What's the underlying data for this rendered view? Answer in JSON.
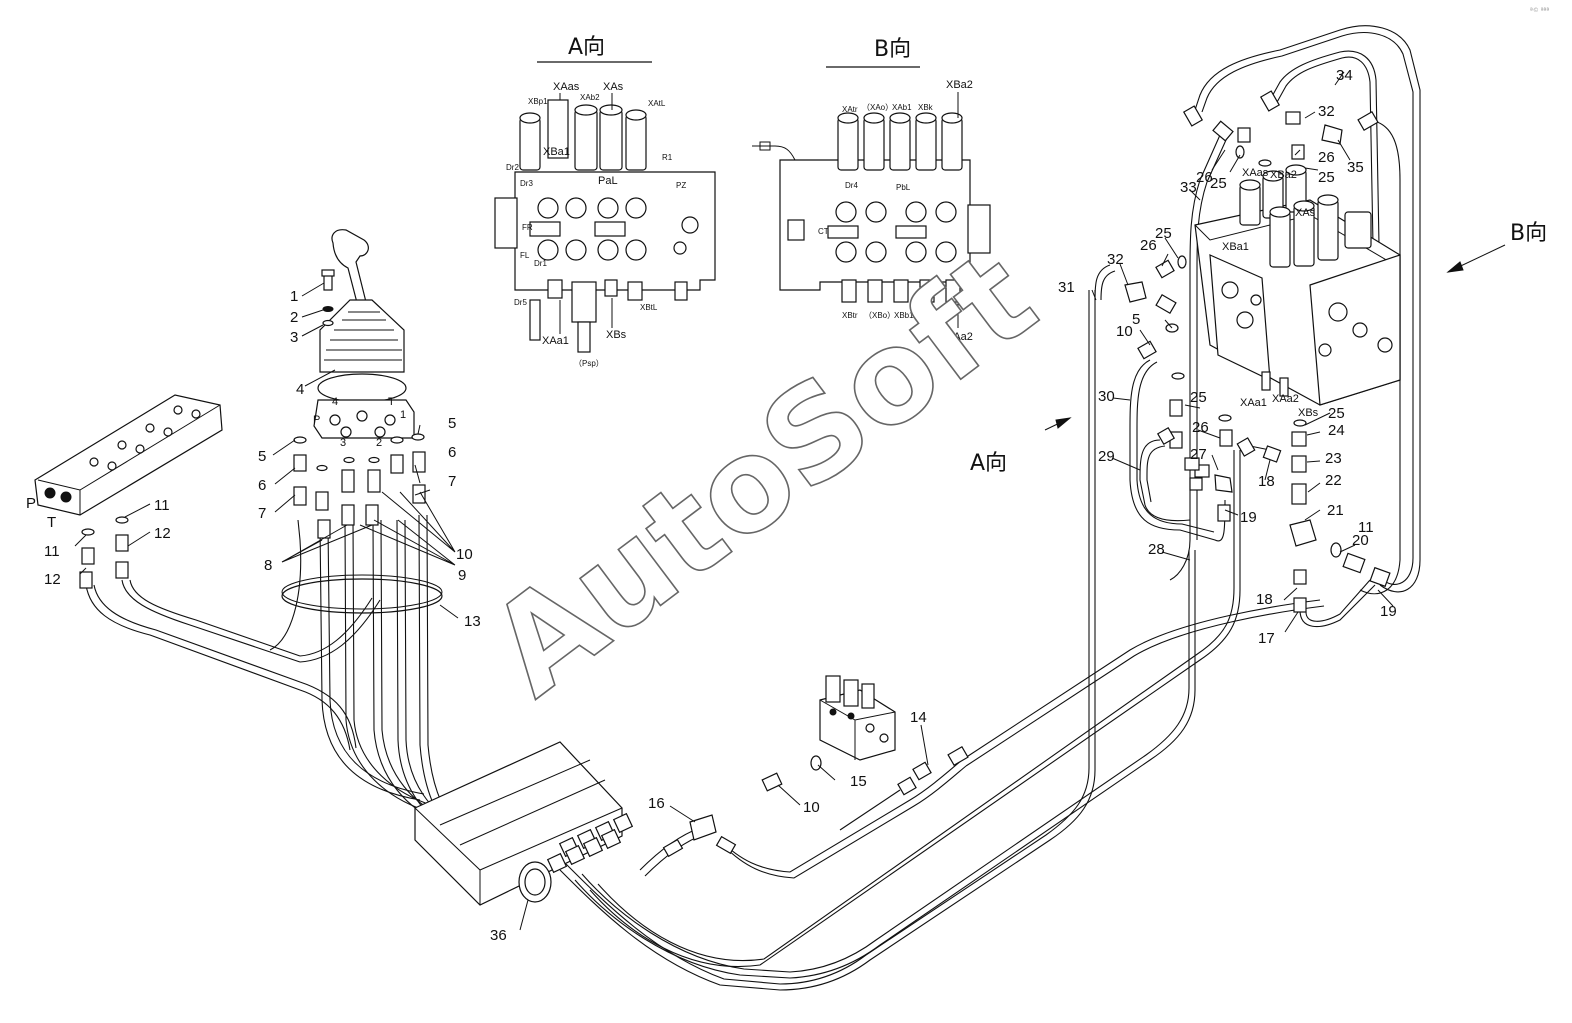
{
  "views": {
    "a_title": "A向",
    "b_title": "B向",
    "b_arrow_label": "B向",
    "a_arrow_label": "A向"
  },
  "watermark": "AutoSoft",
  "corner_mark": "ª© ªªª",
  "valve_a_labels": {
    "xaas": "XAas",
    "xas": "XAs",
    "xbp1": "XBp1",
    "xab2": "XAb2",
    "xatl": "XAtL",
    "xba1": "XBa1",
    "pal": "PaL",
    "r1": "R1",
    "dr2": "Dr2",
    "dr3": "Dr3",
    "pz": "PZ",
    "fr": "FR",
    "fl": "FL",
    "dr1": "Dr1",
    "dr5": "Dr5",
    "xaa1": "XAa1",
    "xbs": "XBs",
    "xbtl": "XBtL",
    "psp": "（Psp）"
  },
  "valve_b_labels": {
    "xba2": "XBa2",
    "xatr": "XAtr",
    "xao": "（XAo）",
    "xab1": "XAb1",
    "xbk": "XBk",
    "dr4": "Dr4",
    "pbl": "PbL",
    "ct": "CT",
    "xbtr": "XBtr",
    "xbo": "（XBo）",
    "xbb1": "XBb1",
    "xak": "XAk",
    "xaa2": "XAa2"
  },
  "joystick_port_labels": {
    "p": "P",
    "t": "T",
    "n1": "1",
    "n2": "2",
    "n3": "3",
    "n4": "4",
    "np": "P",
    "nt": "T"
  },
  "main_valve_labels": {
    "xaas": "XAas",
    "xba2": "XBa2",
    "xas": "XAs",
    "xba1": "XBa1",
    "xaa1": "XAa1",
    "xaa2": "XAa2",
    "xbs": "XBs"
  },
  "callouts": {
    "c1": "1",
    "c2": "2",
    "c3": "3",
    "c4": "4",
    "c5a": "5",
    "c5b": "5",
    "c5c": "5",
    "c6a": "6",
    "c6b": "6",
    "c7a": "7",
    "c7b": "7",
    "c8": "8",
    "c9": "9",
    "c10a": "10",
    "c10b": "10",
    "c10c": "10",
    "c11a": "11",
    "c11b": "11",
    "c11c": "11",
    "c12a": "12",
    "c12b": "12",
    "c13": "13",
    "c14": "14",
    "c15": "15",
    "c16": "16",
    "c17": "17",
    "c18a": "18",
    "c18b": "18",
    "c19a": "19",
    "c19b": "19",
    "c20": "20",
    "c21": "21",
    "c22": "22",
    "c23": "23",
    "c24": "24",
    "c25a": "25",
    "c25b": "25",
    "c25c": "25",
    "c25d": "25",
    "c25e": "25",
    "c26a": "26",
    "c26b": "26",
    "c26c": "26",
    "c26d": "26",
    "c27": "27",
    "c28": "28",
    "c29": "29",
    "c30": "30",
    "c31": "31",
    "c32a": "32",
    "c32b": "32",
    "c33": "33",
    "c34": "34",
    "c35": "35",
    "c36": "36"
  }
}
